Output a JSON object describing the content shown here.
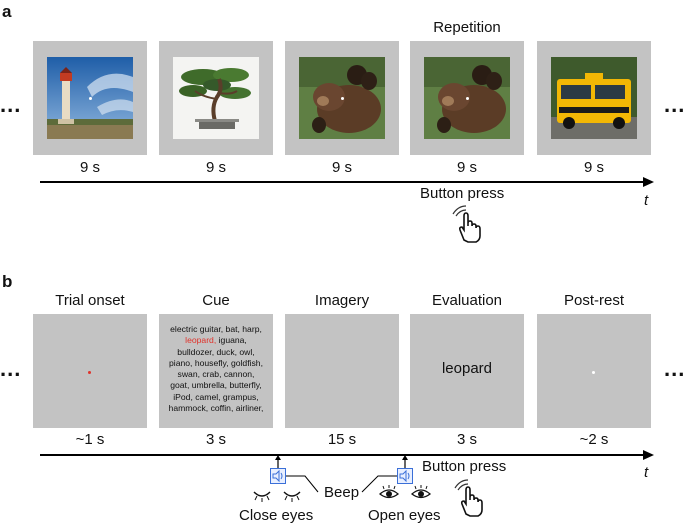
{
  "panel_a": {
    "label": "a",
    "ellipsis_left": "...",
    "ellipsis_right": "...",
    "repetition_label": "Repetition",
    "frames": [
      {
        "image": "lighthouse-photo",
        "duration": "9 s"
      },
      {
        "image": "bonsai-tree-photo",
        "duration": "9 s"
      },
      {
        "image": "bear-cubs-photo",
        "duration": "9 s"
      },
      {
        "image": "bear-cubs-photo",
        "duration": "9 s"
      },
      {
        "image": "school-bus-photo",
        "duration": "9 s"
      }
    ],
    "button_press": "Button press",
    "time_axis": "t"
  },
  "panel_b": {
    "label": "b",
    "ellipsis_left": "...",
    "ellipsis_right": "...",
    "frames": [
      {
        "header": "Trial onset",
        "duration": "~1 s"
      },
      {
        "header": "Cue",
        "duration": "3 s"
      },
      {
        "header": "Imagery",
        "duration": "15 s"
      },
      {
        "header": "Evaluation",
        "duration": "3 s"
      },
      {
        "header": "Post-rest",
        "duration": "~2 s"
      }
    ],
    "cue_lines": [
      "electric guitar, bat, harp,",
      "iguana,",
      "bulldozer, duck, owl,",
      "piano, housefly, goldfish,",
      "swan, crab, cannon,",
      "goat, umbrella, butterfly,",
      "iPod, camel, grampus,",
      "hammock, coffin, airliner,"
    ],
    "cue_highlight": "leopard,",
    "evaluation_word": "leopard",
    "beep": "Beep",
    "close_eyes": "Close eyes",
    "open_eyes": "Open eyes",
    "button_press": "Button press",
    "time_axis": "t"
  },
  "colors": {
    "frame_gray": "#c3c3c3",
    "fixation_red": "#e0332b",
    "speaker_blue": "#3a6fd8"
  }
}
